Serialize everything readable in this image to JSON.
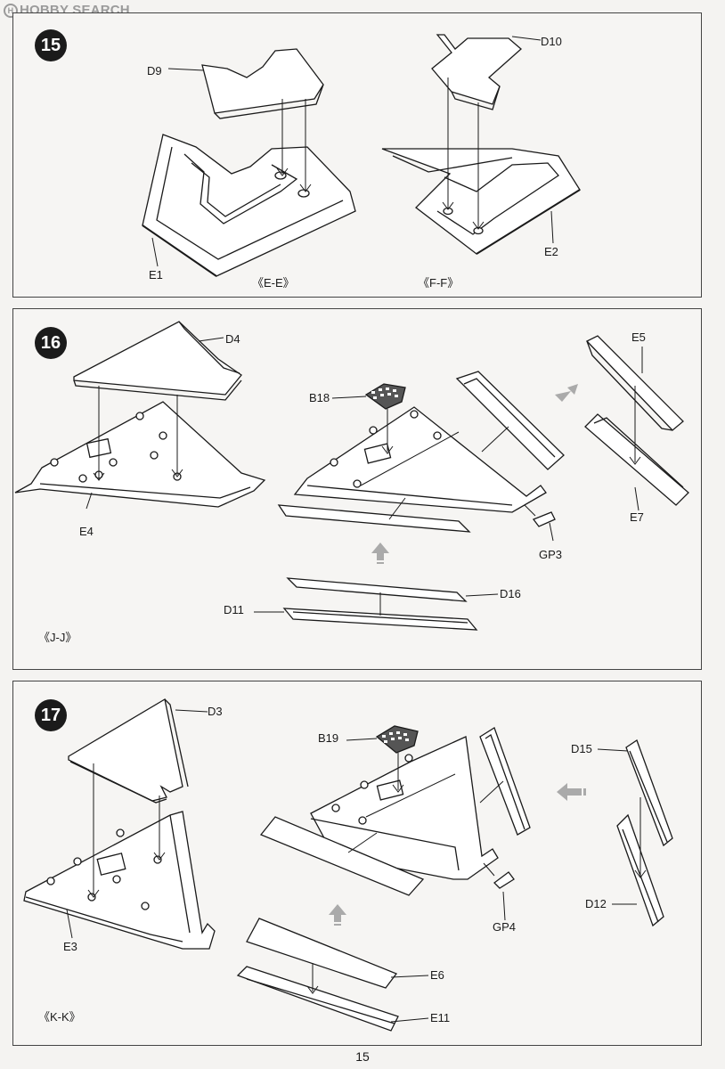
{
  "watermark": {
    "text": "HOBBY SEARCH",
    "logo_letter": "H"
  },
  "page_number": "15",
  "steps": [
    {
      "number": "15",
      "parts": [
        "D9",
        "D10",
        "E1",
        "E2"
      ],
      "views": [
        "《E-E》",
        "《F-F》"
      ]
    },
    {
      "number": "16",
      "parts": [
        "D4",
        "B18",
        "E5",
        "E4",
        "E7",
        "GP3",
        "D16",
        "D11"
      ],
      "views": [
        "《J-J》"
      ]
    },
    {
      "number": "17",
      "parts": [
        "D3",
        "B19",
        "D15",
        "E3",
        "GP4",
        "D12",
        "E6",
        "E11"
      ],
      "views": [
        "《K-K》"
      ]
    }
  ]
}
